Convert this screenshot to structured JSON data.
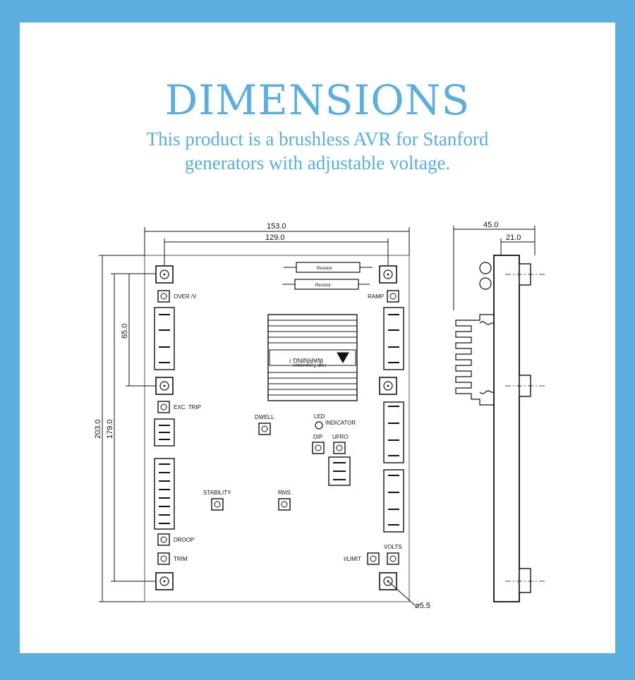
{
  "header": {
    "title": "DIMENSIONS",
    "subtitle_line1": "This product is a brushless AVR for Stanford",
    "subtitle_line2": "generators with adjustable voltage."
  },
  "dimensions": {
    "overall_width": "153.0",
    "hole_spacing_width": "129.0",
    "upper_hole_spacing": "65.0",
    "overall_height": "203.0",
    "hole_spacing_height": "179.0",
    "side_depth": "45.0",
    "side_depth_inner": "21.0",
    "hole_diameter": "ø5.5"
  },
  "labels": {
    "over_v": "OVER /V",
    "ramp": "RAMP",
    "exc_trip": "EXC. TRIP",
    "dwell": "DWELL",
    "led": "LED",
    "indicator": "INDICATOR",
    "dip": "DIP",
    "ufro": "UFRO",
    "stability": "STABILITY",
    "rms": "RMS",
    "droop": "DROOP",
    "trim": "TRIM",
    "i_limit": "I/LIMIT",
    "volts": "VOLTS",
    "resistor1": "Resistor",
    "resistor2": "Resistor",
    "warning": "WARNING !",
    "high_temp": "High Temperature"
  },
  "colors": {
    "accent": "#5aaee0",
    "line": "#111111"
  }
}
